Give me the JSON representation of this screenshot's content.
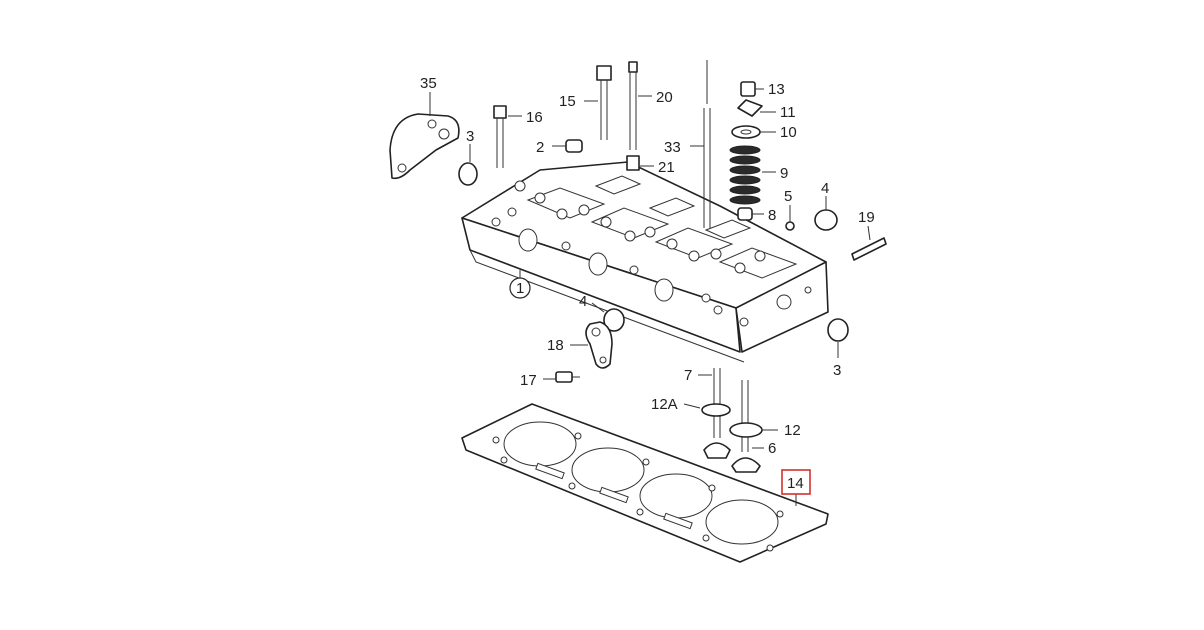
{
  "diagram": {
    "callouts": [
      {
        "id": "35",
        "text": "35"
      },
      {
        "id": "16",
        "text": "16"
      },
      {
        "id": "15",
        "text": "15"
      },
      {
        "id": "20",
        "text": "20"
      },
      {
        "id": "13",
        "text": "13"
      },
      {
        "id": "11",
        "text": "11"
      },
      {
        "id": "10",
        "text": "10"
      },
      {
        "id": "3a",
        "text": "3"
      },
      {
        "id": "2",
        "text": "2"
      },
      {
        "id": "33",
        "text": "33"
      },
      {
        "id": "21",
        "text": "21"
      },
      {
        "id": "9",
        "text": "9"
      },
      {
        "id": "5",
        "text": "5"
      },
      {
        "id": "4a",
        "text": "4"
      },
      {
        "id": "8",
        "text": "8"
      },
      {
        "id": "19",
        "text": "19"
      },
      {
        "id": "1",
        "text": "1"
      },
      {
        "id": "4b",
        "text": "4"
      },
      {
        "id": "18",
        "text": "18"
      },
      {
        "id": "17",
        "text": "17"
      },
      {
        "id": "7",
        "text": "7"
      },
      {
        "id": "3b",
        "text": "3"
      },
      {
        "id": "12A",
        "text": "12A"
      },
      {
        "id": "12",
        "text": "12"
      },
      {
        "id": "6",
        "text": "6"
      },
      {
        "id": "14",
        "text": "14",
        "highlighted": true
      }
    ],
    "highlight_color": "#d0312d"
  }
}
